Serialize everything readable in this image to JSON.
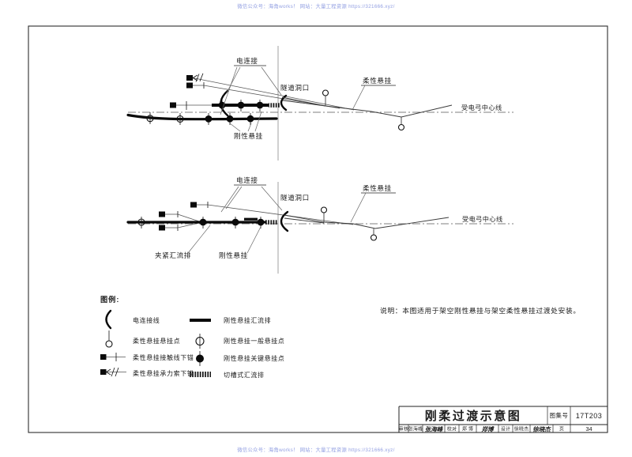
{
  "watermark": {
    "top": "微信公众号：海角works！  网站：大量工程资源 https://321666.xyz/",
    "bottom": "微信公众号：海角works！  网站：大量工程资源 https://321666.xyz/"
  },
  "diagrams": {
    "top": {
      "electrical_connection": "电连接",
      "tunnel_portal": "隧道洞口",
      "flexible_suspension": "柔性悬挂",
      "pantograph_centerline": "受电弓中心线",
      "rigid_suspension": "刚性悬挂"
    },
    "bottom": {
      "electrical_connection": "电连接",
      "tunnel_portal": "隧道洞口",
      "flexible_suspension": "柔性悬挂",
      "pantograph_centerline": "受电弓中心线",
      "rigid_suspension": "刚性悬挂",
      "clamp_busbar": "夹紧汇流排"
    }
  },
  "legend": {
    "title": "图例:",
    "items": [
      {
        "symbol": "electrical-connection-line",
        "label": "电连接线"
      },
      {
        "symbol": "flexible-suspension-point",
        "label": "柔性悬挂悬挂点"
      },
      {
        "symbol": "flexible-contact-wire-anchor",
        "label": "柔性悬挂接触线下锚"
      },
      {
        "symbol": "flexible-messenger-wire-anchor",
        "label": "柔性悬挂承力索下锚"
      },
      {
        "symbol": "rigid-suspension-busbar",
        "label": "刚性悬挂汇流排"
      },
      {
        "symbol": "rigid-general-suspension-point",
        "label": "刚性悬挂一般悬挂点"
      },
      {
        "symbol": "rigid-key-suspension-point",
        "label": "刚性悬挂关键悬挂点"
      },
      {
        "symbol": "slotted-busbar",
        "label": "切槽式汇流排"
      }
    ]
  },
  "note": "说明：本图适用于架空刚性悬挂与架空柔性悬挂过渡处安装。",
  "title_block": {
    "title": "刚柔过渡示意图",
    "atlas_label": "图集号",
    "atlas_no": "17T203",
    "review_label": "审核",
    "reviewer": "张海峰",
    "review_signature": "张海峰",
    "check_label": "校对",
    "checker": "郑 博",
    "check_signature": "郑博",
    "design_label": "设计",
    "designer": "徐晓杰",
    "design_signature": "徐晓杰",
    "page_label": "页",
    "page_number": "34"
  },
  "colors": {
    "line": "#1a1a1a",
    "watermark": "#93a0e2"
  }
}
